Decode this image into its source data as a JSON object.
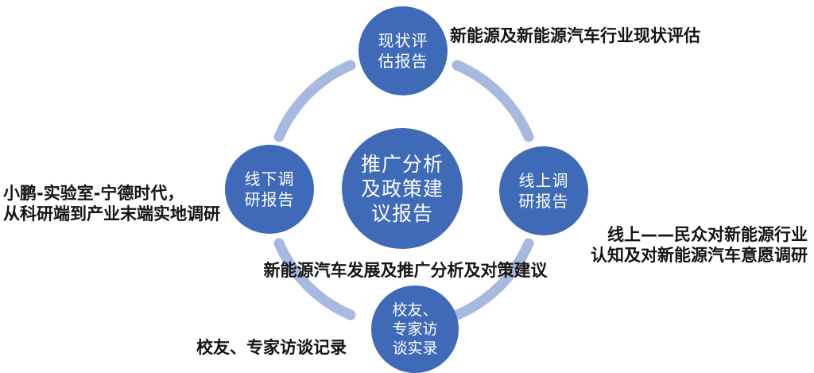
{
  "diagram": {
    "center": {
      "label": "推广分析及政策建议报告",
      "lines": [
        "推广分析",
        "及政策建",
        "议报告"
      ]
    },
    "nodes": {
      "top": {
        "label": "现状评估报告",
        "lines": [
          "现状评",
          "估报告"
        ]
      },
      "right": {
        "label": "线上调研报告",
        "lines": [
          "线上调",
          "研报告"
        ]
      },
      "bottom": {
        "label": "校友、专家访谈实录",
        "lines": [
          "校友、",
          "专家访",
          "谈实录"
        ]
      },
      "left": {
        "label": "线下调研报告",
        "lines": [
          "线下调",
          "研报告"
        ]
      }
    },
    "annotations": {
      "top_right": {
        "lines": [
          "新能源及新能源汽车行业现状评估"
        ]
      },
      "left": {
        "lines": [
          "小鹏-实验室-宁德时代，",
          "从科研端到产业末端实地调研"
        ]
      },
      "right": {
        "lines": [
          "线上——民众对新能源行业",
          "认知及对新能源汽车意愿调研"
        ]
      },
      "bottom_center": {
        "lines": [
          "新能源汽车发展及推广分析及对策建议"
        ]
      },
      "bottom_left": {
        "lines": [
          "校友、专家访谈记录"
        ]
      }
    },
    "colors": {
      "node_fill": "#3e6ab8",
      "ring": "#a7b9de",
      "node_text": "#ffffff",
      "annotation_text": "#141414"
    }
  }
}
